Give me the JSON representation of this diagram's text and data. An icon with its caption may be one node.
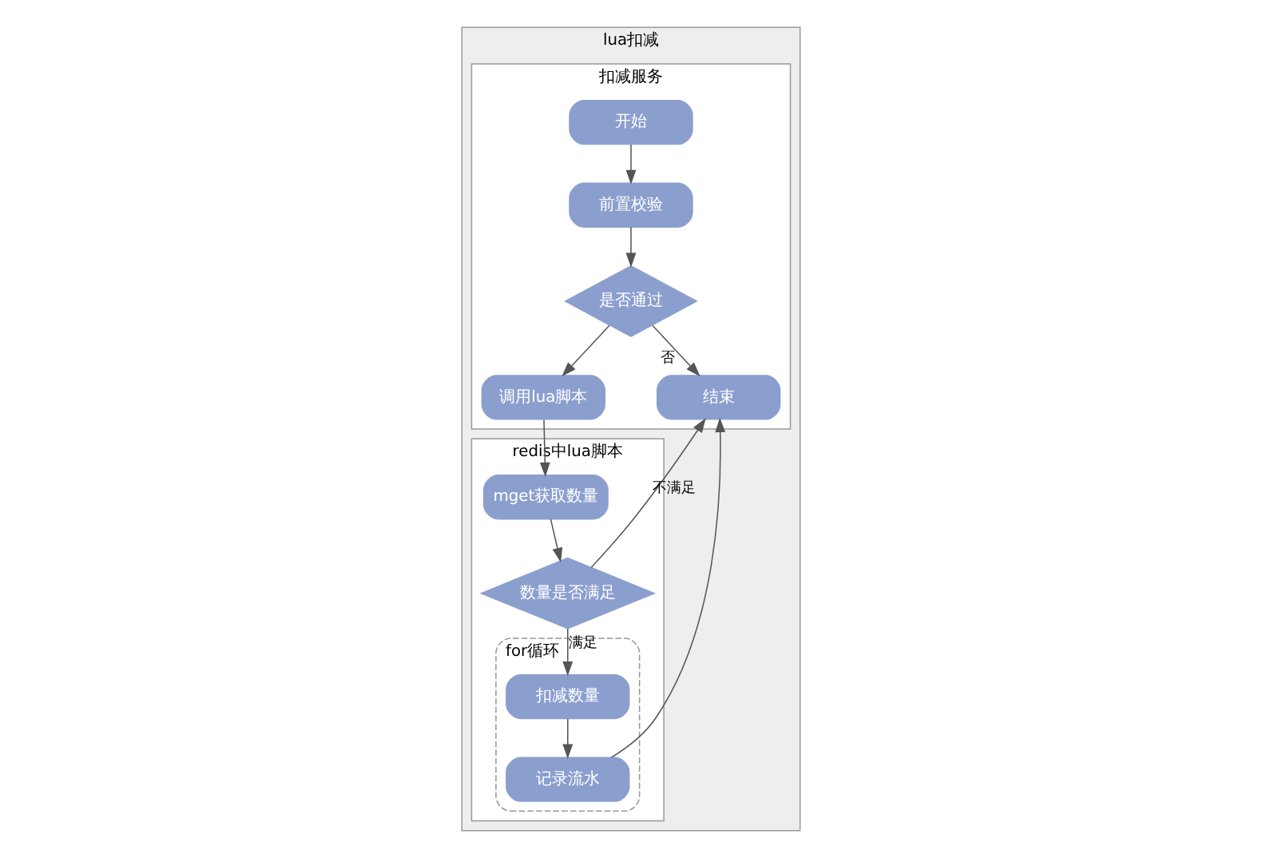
{
  "diagram": {
    "nodes": [
      {
        "text": [
          "lua扣减"
        ]
      },
      {
        "text": [
          "扣减服务"
        ],
        "in": 0
      },
      {
        "text": [
          "redis中lua脚本"
        ],
        "in": 0
      },
      {
        "text": [
          "开始"
        ],
        "in": 1
      },
      {
        "text": [
          "前置校验"
        ],
        "in": 1
      },
      {
        "text": [
          "是否通过"
        ],
        "in": 1
      },
      {
        "text": [
          "调用lua脚本"
        ],
        "in": 1
      },
      {
        "text": [
          "结束"
        ],
        "in": 1
      },
      {
        "text": [
          "mget获取数量"
        ],
        "in": 2
      },
      {
        "text": [
          "数量是否满足"
        ],
        "in": 2
      },
      {
        "text": [
          "for循环"
        ],
        "in": 2
      },
      {
        "text": [
          "扣减数量"
        ],
        "in": 10
      },
      {
        "text": [
          "记录流水"
        ],
        "in": 10
      }
    ],
    "edges": [
      {
        "from": 3,
        "to": 4,
        "arrow": "to"
      },
      {
        "from": 4,
        "to": 5,
        "arrow": "to"
      },
      {
        "from": 5,
        "to": 6,
        "arrow": "to"
      },
      {
        "from": 5,
        "to": 7,
        "label": "否",
        "arrow": "to"
      },
      {
        "from": 6,
        "to": 8,
        "arrow": "to"
      },
      {
        "from": 8,
        "to": 9,
        "arrow": "to"
      },
      {
        "from": 9,
        "to": 7,
        "label": "不满足",
        "arrow": "to"
      },
      {
        "from": 9,
        "to": 11,
        "label": "满足",
        "arrow": "to"
      },
      {
        "from": 11,
        "to": 12,
        "arrow": "to"
      },
      {
        "from": 12,
        "to": 7,
        "arrow": "to"
      }
    ]
  }
}
